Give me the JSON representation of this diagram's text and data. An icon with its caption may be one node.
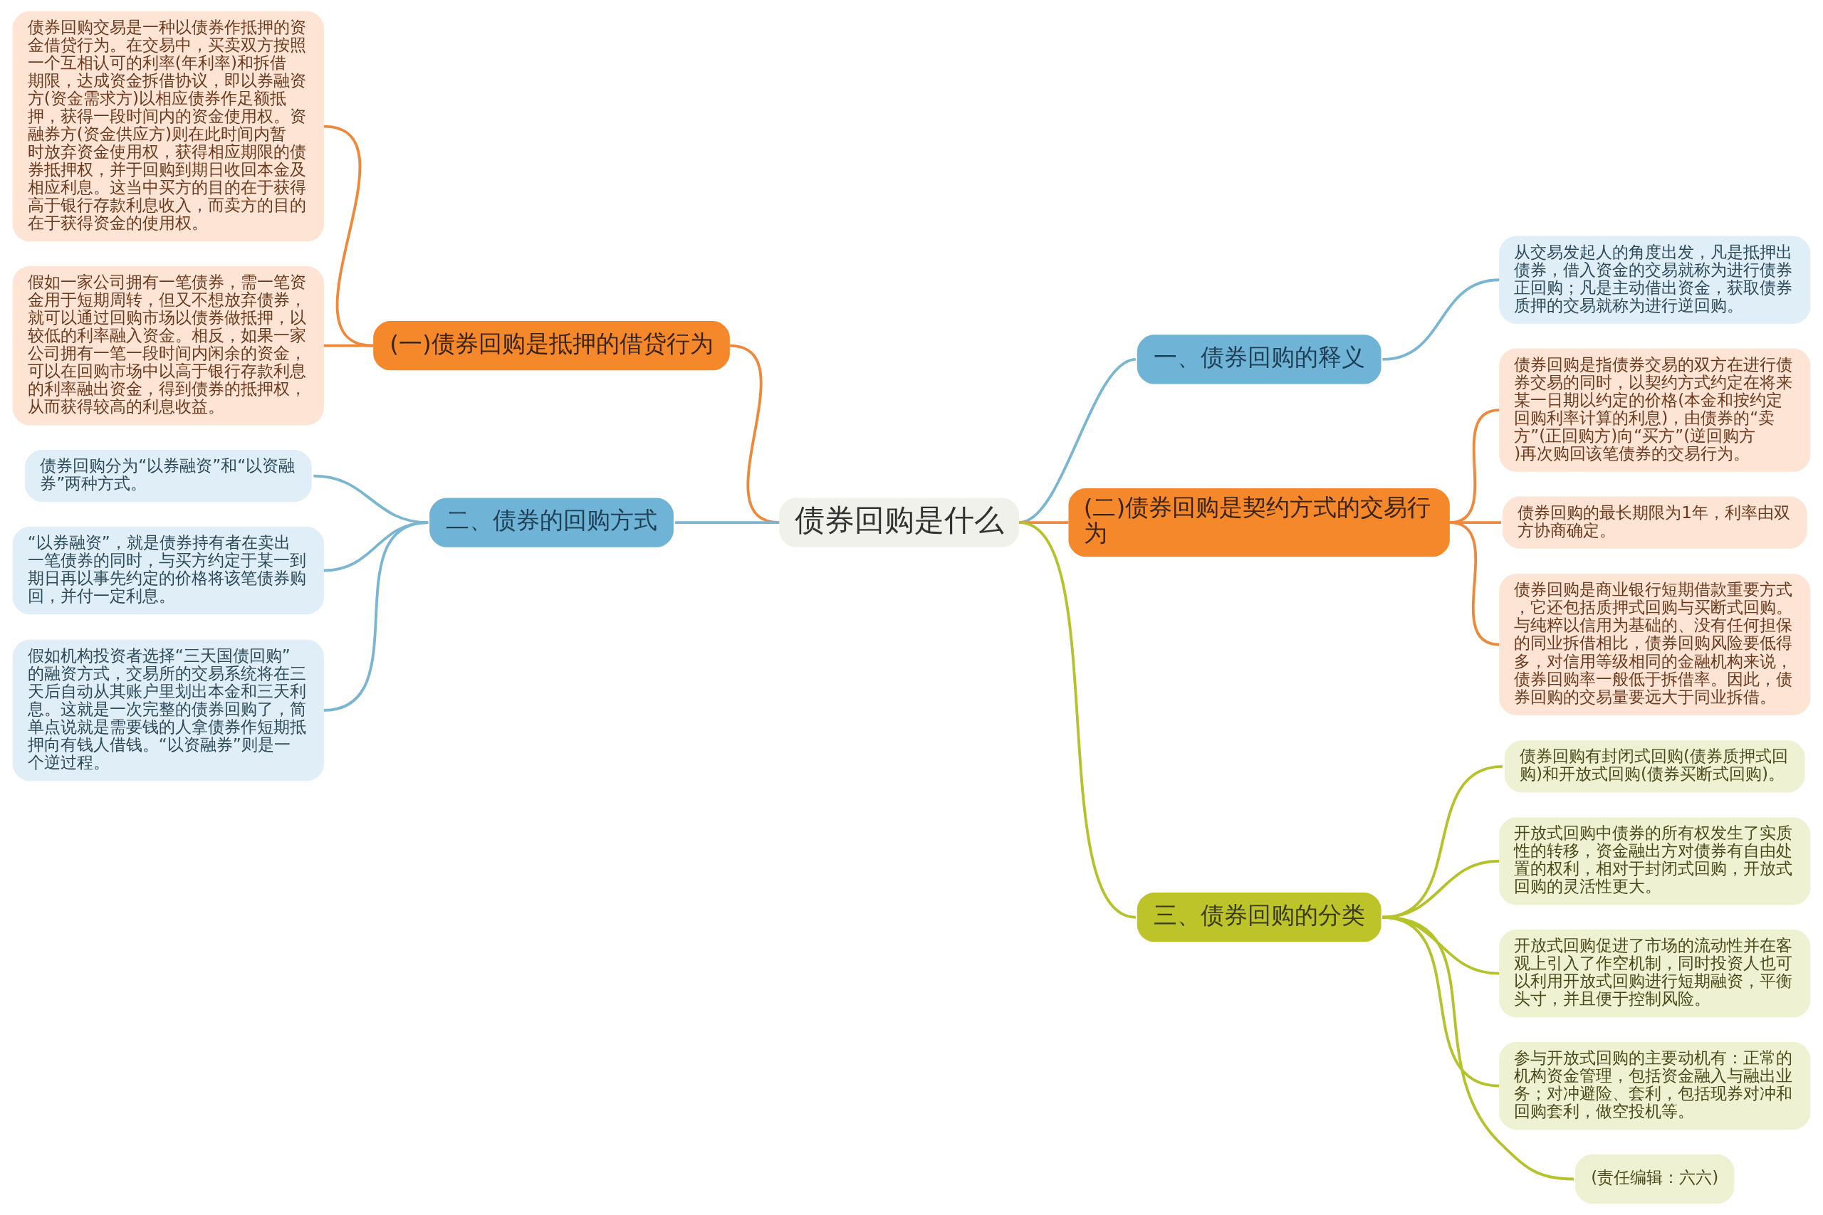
{
  "diagram": {
    "nodes": [
      {
        "text": [
          "债券回购是什么"
        ]
      },
      {
        "text": [
          "一、债券回购的释义"
        ]
      },
      {
        "text": [
          "从交易发起人的角度出发，凡是抵押出债券，借入资金的交易就称为进行债券正回购；凡是主动借出资金，获取债券质押的交易就称为进行逆回购。"
        ]
      },
      {
        "text": [
          "(一)债券回购是抵押的借贷行为"
        ]
      },
      {
        "text": [
          "债券回购交易是一种以债券作抵押的资金借贷行为。在交易中，买卖双方按照一个互相认可的利率(年利率)和拆借期限，达成资金拆借协议，即以券融资方(资金需求方)以相应债券作足额抵押，获得一段时间内的资金使用权。资融券方(资金供应方)则在此时间内暂时放弃资金使用权，获得相应期限的债券抵押权，并于回购到期日收回本金及相应利息。这当中买方的目的在于获得高于银行存款利息收入，而卖方的目的在于获得资金的使用权。"
        ]
      },
      {
        "text": [
          "假如一家公司拥有一笔债券，需一笔资金用于短期周转，但又不想放弃债券，就可以通过回购市场以债券做抵押，以较低的利率融入资金。相反，如果一家公司拥有一笔一段时间内闲余的资金，可以在回购市场中以高于银行存款利息的利率融出资金，得到债券的抵押权，从而获得较高的利息收益。"
        ]
      },
      {
        "text": [
          "(二)债券回购是契约方式的交易行为"
        ]
      },
      {
        "text": [
          "债券回购是指债券交易的双方在进行债券交易的同时，以契约方式约定在将来某一日期以约定的价格(本金和按约定回购利率计算的利息)，由债券的“卖方”(正回购方)向“买方”(逆回购方)再次购回该笔债券的交易行为。"
        ]
      },
      {
        "text": [
          "债券回购的最长期限为1年，利率由双方协商确定。"
        ]
      },
      {
        "text": [
          "债券回购是商业银行短期借款重要方式，它还包括质押式回购与买断式回购。与纯粹以信用为基础的、没有任何担保的同业拆借相比，债券回购风险要低得多，对信用等级相同的金融机构来说，债券回购率一般低于拆借率。因此，债券回购的交易量要远大于同业拆借。"
        ]
      },
      {
        "text": [
          "二、债券的回购方式"
        ]
      },
      {
        "text": [
          "债券回购分为“以券融资”和“以资融券”两种方式。"
        ]
      },
      {
        "text": [
          "“以券融资”，就是债券持有者在卖出一笔债券的同时，与买方约定于某一到期日再以事先约定的价格将该笔债券购回，并付一定利息。"
        ]
      },
      {
        "text": [
          "假如机构投资者选择“三天国债回购”的融资方式，交易所的交易系统将在三天后自动从其账户里划出本金和三天利息。这就是一次完整的债券回购了，简单点说就是需要钱的人拿债券作短期抵押向有钱人借钱。“以资融券”则是一个逆过程。"
        ]
      },
      {
        "text": [
          "三、债券回购的分类"
        ]
      },
      {
        "text": [
          "债券回购有封闭式回购(债券质押式回购)和开放式回购(债券买断式回购)。"
        ]
      },
      {
        "text": [
          "开放式回购中债券的所有权发生了实质性的转移，资金融出方对债券有自由处置的权利，相对于封闭式回购，开放式回购的灵活性更大。"
        ]
      },
      {
        "text": [
          "开放式回购促进了市场的流动性并在客观上引入了作空机制，同时投资人也可以利用开放式回购进行短期融资，平衡头寸，并且便于控制风险。"
        ]
      },
      {
        "text": [
          "参与开放式回购的主要动机有：正常的机构资金管理，包括资金融入与融出业务；对冲避险、套利，包括现券对冲和回购套利，做空投机等。"
        ]
      },
      {
        "text": [
          "(责任编辑：六六)"
        ]
      }
    ],
    "edges": [
      {
        "from": 0,
        "to": 1,
        "arrow": "none",
        "color": "#7ab6d2"
      },
      {
        "from": 1,
        "to": 2,
        "arrow": "none",
        "color": "#7ab6d2"
      },
      {
        "from": 0,
        "to": 3,
        "arrow": "none",
        "color": "#f0883a"
      },
      {
        "from": 3,
        "to": 4,
        "arrow": "none",
        "color": "#f0883a"
      },
      {
        "from": 3,
        "to": 5,
        "arrow": "none",
        "color": "#f0883a"
      },
      {
        "from": 0,
        "to": 6,
        "arrow": "none",
        "color": "#f0883a"
      },
      {
        "from": 6,
        "to": 7,
        "arrow": "none",
        "color": "#f0883a"
      },
      {
        "from": 6,
        "to": 8,
        "arrow": "none",
        "color": "#f0883a"
      },
      {
        "from": 6,
        "to": 9,
        "arrow": "none",
        "color": "#f0883a"
      },
      {
        "from": 0,
        "to": 10,
        "arrow": "none",
        "color": "#7ab6d2"
      },
      {
        "from": 10,
        "to": 11,
        "arrow": "none",
        "color": "#7ab6d2"
      },
      {
        "from": 10,
        "to": 12,
        "arrow": "none",
        "color": "#7ab6d2"
      },
      {
        "from": 10,
        "to": 13,
        "arrow": "none",
        "color": "#7ab6d2"
      },
      {
        "from": 0,
        "to": 14,
        "arrow": "none",
        "color": "#b5c22a"
      },
      {
        "from": 14,
        "to": 15,
        "arrow": "none",
        "color": "#b5c22a"
      },
      {
        "from": 14,
        "to": 16,
        "arrow": "none",
        "color": "#b5c22a"
      },
      {
        "from": 14,
        "to": 17,
        "arrow": "none",
        "color": "#b5c22a"
      },
      {
        "from": 14,
        "to": 18,
        "arrow": "none",
        "color": "#b5c22a"
      },
      {
        "from": 14,
        "to": 19,
        "arrow": "none",
        "color": "#b5c22a"
      }
    ]
  }
}
